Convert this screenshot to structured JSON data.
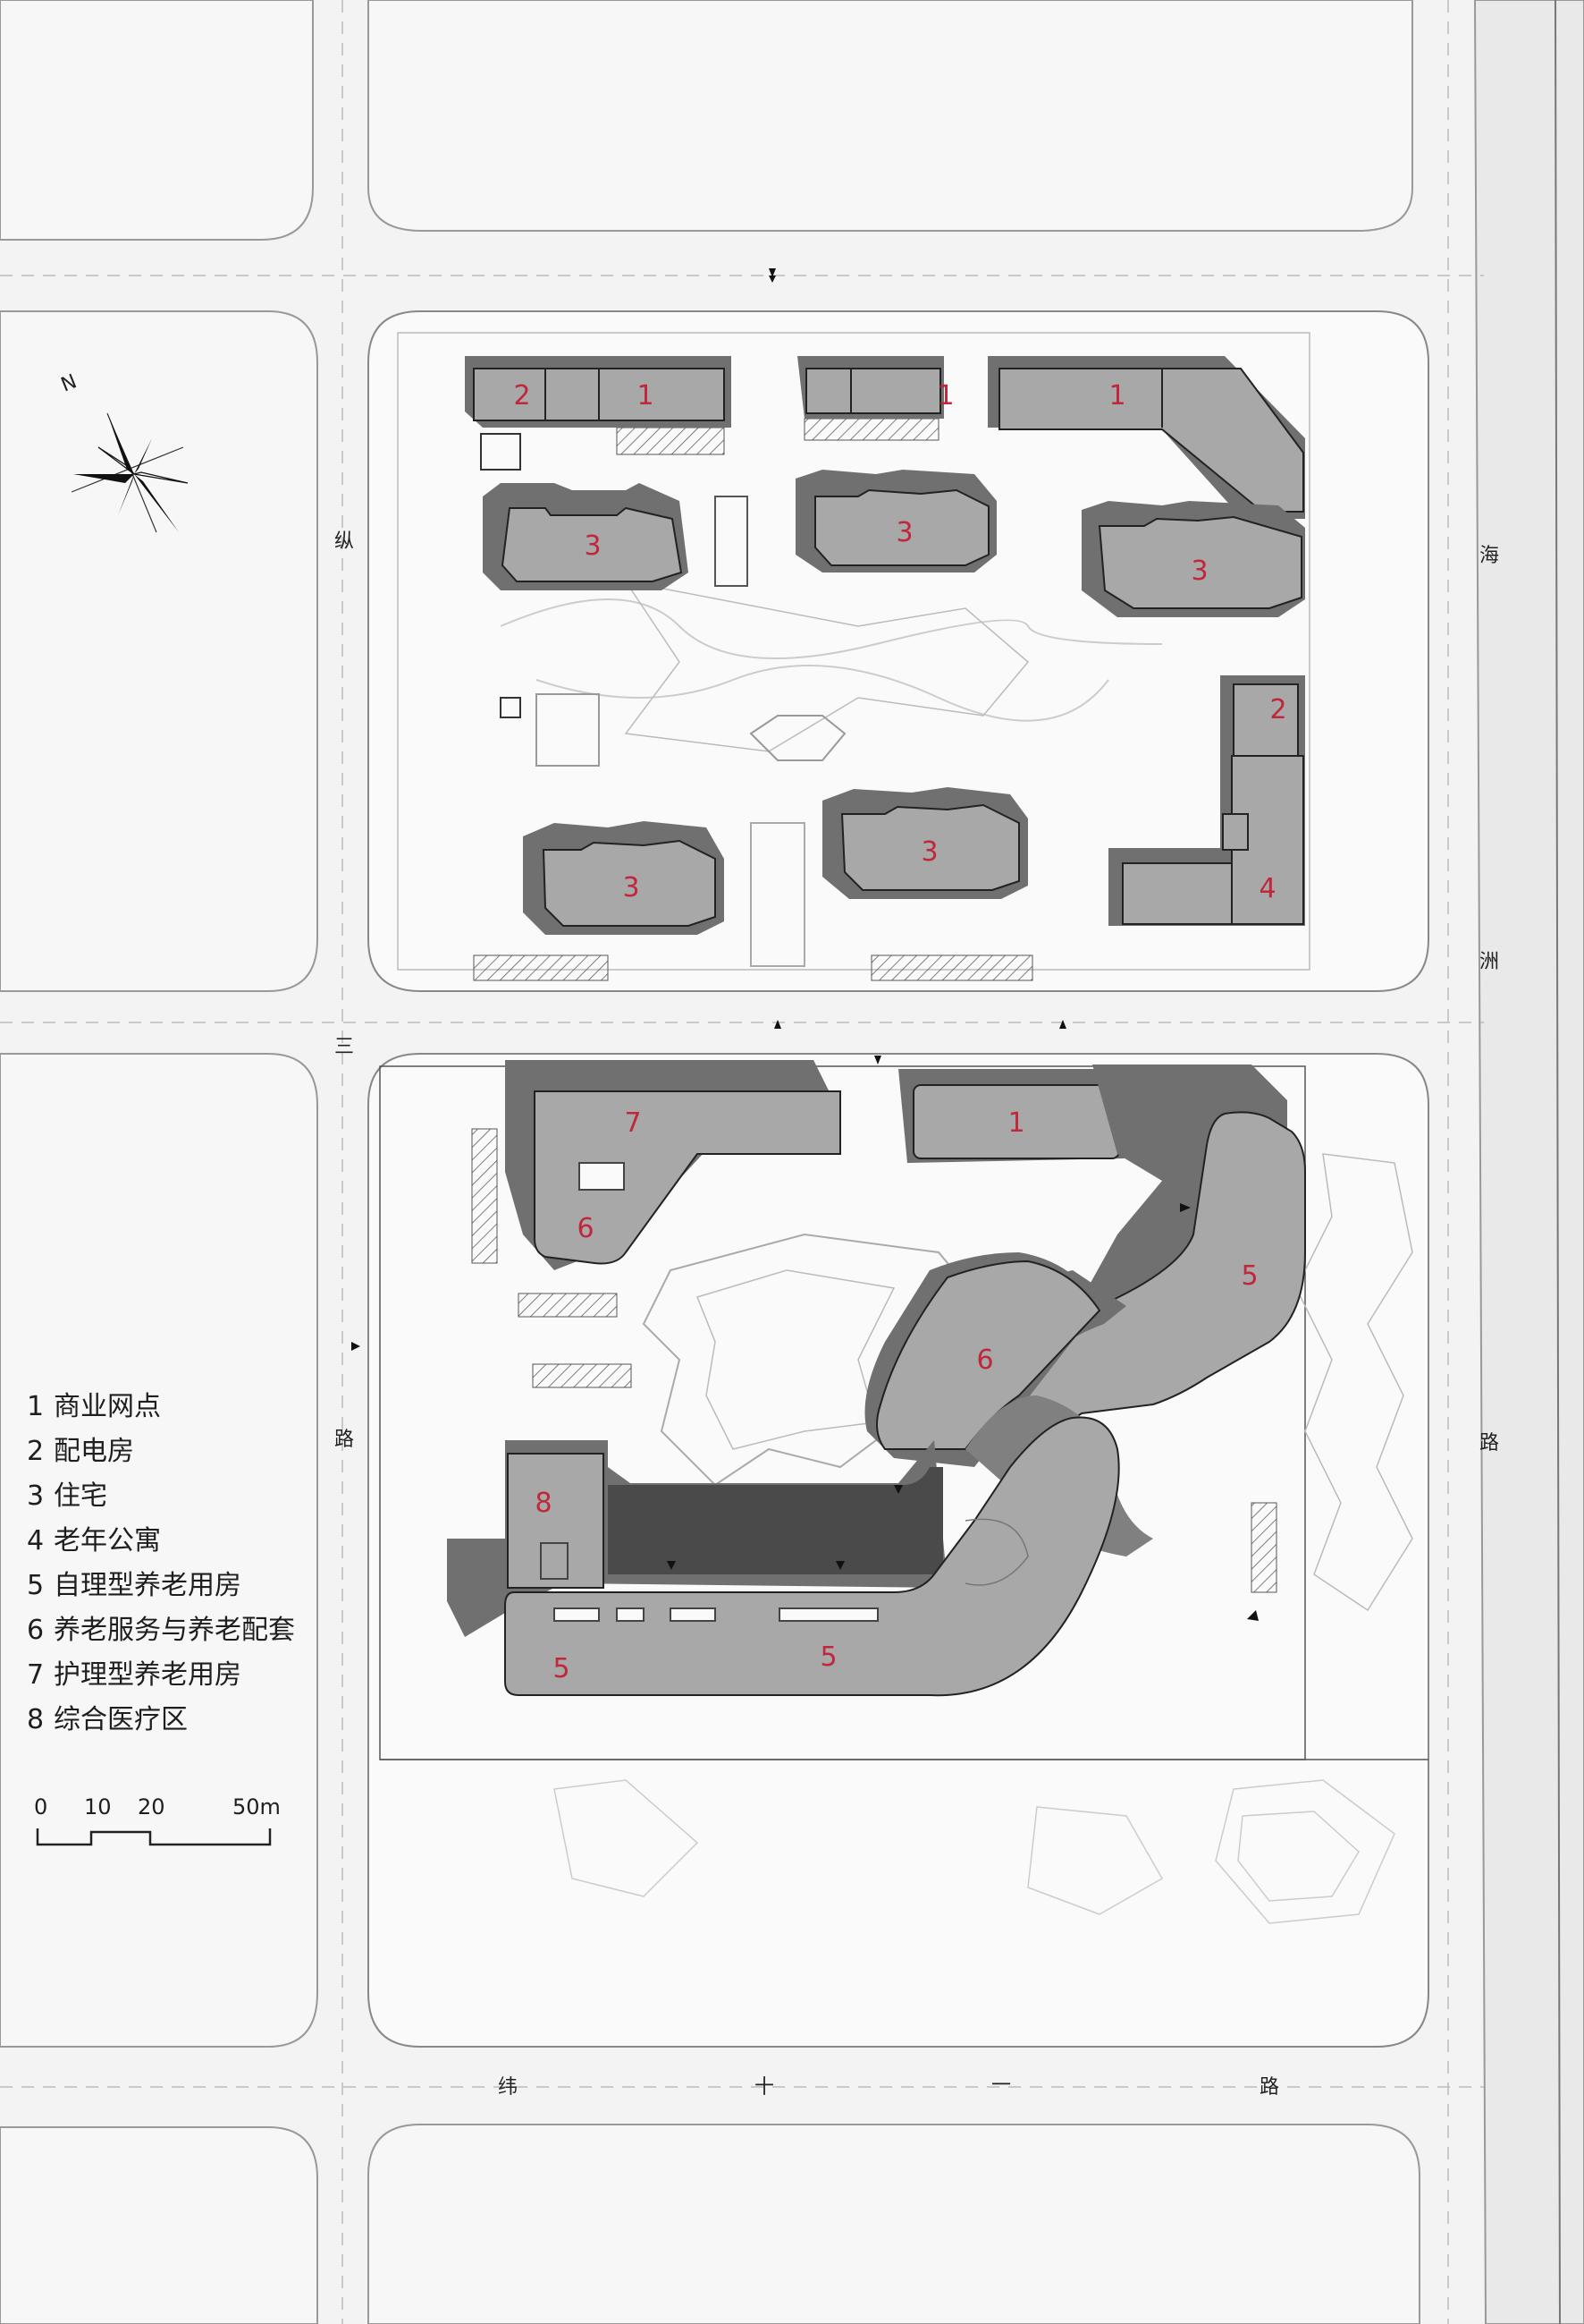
{
  "roads": {
    "west_1": "纵",
    "west_2": "三",
    "west_3": "路",
    "east_1": "海",
    "east_2": "洲",
    "east_3": "路",
    "south_1": "纬",
    "south_2": "十",
    "south_3": "一",
    "south_4": "路"
  },
  "north_arrow": {
    "label": "N"
  },
  "buildings": {
    "b1a": "2",
    "b1b": "1",
    "b1c": "1",
    "b1d": "1",
    "r1": "3",
    "r2": "3",
    "r3": "3",
    "b2": "2",
    "r4": "3",
    "r5": "3",
    "b4": "4",
    "b7": "7",
    "b1e": "1",
    "b6a": "6",
    "b5a": "5",
    "b6b": "6",
    "b8": "8",
    "b5b": "5",
    "b5c": "5"
  },
  "legend": [
    {
      "num": "1",
      "label": "商业网点"
    },
    {
      "num": "2",
      "label": "配电房"
    },
    {
      "num": "3",
      "label": "住宅"
    },
    {
      "num": "4",
      "label": "老年公寓"
    },
    {
      "num": "5",
      "label": "自理型养老用房"
    },
    {
      "num": "6",
      "label": "养老服务与养老配套"
    },
    {
      "num": "7",
      "label": "护理型养老用房"
    },
    {
      "num": "8",
      "label": "综合医疗区"
    }
  ],
  "scale_bar": {
    "t0": "0",
    "t1": "10",
    "t2": "20",
    "t3": "50m"
  },
  "colors": {
    "road": "#f3f3f3",
    "block": "#fafafa",
    "shadow": "#6a6a6a",
    "roof": "#a6a6a6",
    "label": "#c0273a"
  }
}
